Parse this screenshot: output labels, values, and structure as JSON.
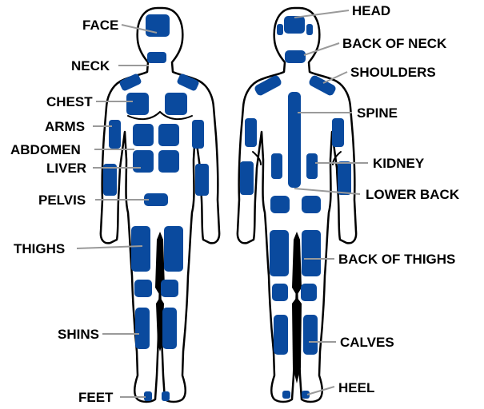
{
  "colors": {
    "pad": "#0a4a9e",
    "outline": "#000000",
    "leader": "#9a9a9a",
    "label": "#000000"
  },
  "front": {
    "labels": {
      "face": "FACE",
      "neck": "NECK",
      "chest": "CHEST",
      "arms": "ARMS",
      "abdomen": "ABDOMEN",
      "liver": "LIVER",
      "pelvis": "PELVIS",
      "thighs": "THIGHS",
      "shins": "SHINS",
      "feet": "FEET"
    }
  },
  "back": {
    "labels": {
      "head": "HEAD",
      "back_of_neck": "BACK OF NECK",
      "shoulders": "SHOULDERS",
      "spine": "SPINE",
      "kidney": "KIDNEY",
      "lower_back": "LOWER BACK",
      "back_of_thighs": "BACK OF THIGHS",
      "calves": "CALVES",
      "heel": "HEEL"
    }
  }
}
